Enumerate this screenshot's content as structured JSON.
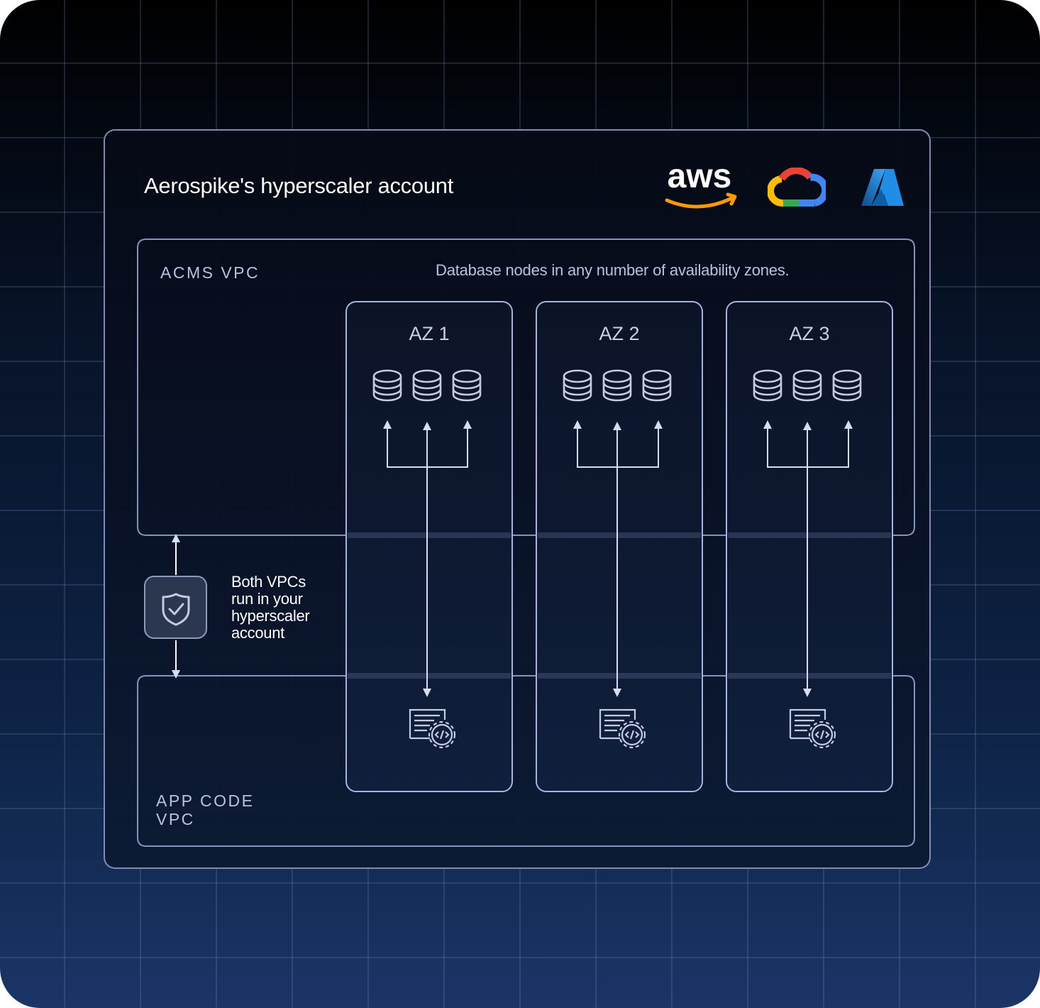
{
  "account_title": "Aerospike's hyperscaler account",
  "providers": [
    {
      "name": "aws",
      "icon": "aws-logo"
    },
    {
      "name": "google-cloud",
      "icon": "google-cloud-logo"
    },
    {
      "name": "azure",
      "icon": "azure-logo"
    }
  ],
  "acms_vpc_label": "ACMS VPC",
  "app_vpc_label": {
    "line1": "APP CODE",
    "line2": "VPC"
  },
  "az_caption": "Database nodes in any number of availability zones.",
  "zones": [
    {
      "title": "AZ 1"
    },
    {
      "title": "AZ 2"
    },
    {
      "title": "AZ 3"
    }
  ],
  "note": {
    "line1": "Both VPCs",
    "line2": "run in your",
    "line3": "hyperscaler",
    "line4": "account"
  },
  "icons": {
    "database": "database-icon",
    "app": "code-document-icon",
    "security": "shield-check-icon"
  },
  "colors": {
    "line": "#a5b4e1",
    "text_muted": "#b9c2dc",
    "aws_orange": "#ff9900",
    "azure_blue": "#0078d4"
  }
}
